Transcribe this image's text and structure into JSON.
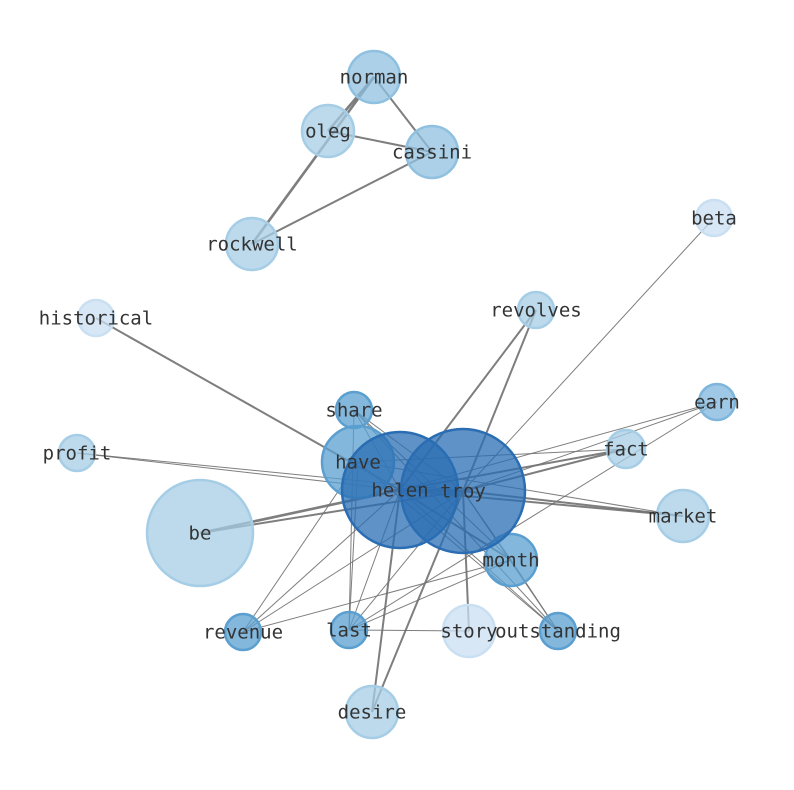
{
  "graph": {
    "nodes": [
      {
        "id": "norman",
        "label": "norman",
        "color": "#8fc0e0"
      },
      {
        "id": "oleg",
        "label": "oleg",
        "color": "#a6cde6"
      },
      {
        "id": "cassini",
        "label": "cassini",
        "color": "#8fc0e0"
      },
      {
        "id": "rockwell",
        "label": "rockwell",
        "color": "#a6cde6"
      },
      {
        "id": "beta",
        "label": "beta",
        "color": "#c9dff2"
      },
      {
        "id": "historical",
        "label": "historical",
        "color": "#c9dff2"
      },
      {
        "id": "revolves",
        "label": "revolves",
        "color": "#a6cde6"
      },
      {
        "id": "share",
        "label": "share",
        "color": "#5a9fd0"
      },
      {
        "id": "earn",
        "label": "earn",
        "color": "#7db5dc"
      },
      {
        "id": "profit",
        "label": "profit",
        "color": "#a6cde6"
      },
      {
        "id": "fact",
        "label": "fact",
        "color": "#a6cde6"
      },
      {
        "id": "have",
        "label": "have",
        "color": "#5a9fd0"
      },
      {
        "id": "be",
        "label": "be",
        "color": "#a6cde6"
      },
      {
        "id": "market",
        "label": "market",
        "color": "#a6cde6"
      },
      {
        "id": "month",
        "label": "month",
        "color": "#5a9fd0"
      },
      {
        "id": "revenue",
        "label": "revenue",
        "color": "#5a9fd0"
      },
      {
        "id": "last",
        "label": "last",
        "color": "#5a9fd0"
      },
      {
        "id": "story",
        "label": "story",
        "color": "#c9dff2"
      },
      {
        "id": "outstanding",
        "label": "outstanding",
        "color": "#5a9fd0"
      },
      {
        "id": "desire",
        "label": "desire",
        "color": "#a6cde6"
      },
      {
        "id": "helen",
        "label": "helen",
        "color": "#2a6db3"
      },
      {
        "id": "troy",
        "label": "troy",
        "color": "#2a6db3"
      }
    ],
    "edges": [
      [
        "norman",
        "rockwell",
        2
      ],
      [
        "norman",
        "oleg",
        2
      ],
      [
        "oleg",
        "cassini",
        1
      ],
      [
        "norman",
        "cassini",
        1
      ],
      [
        "rockwell",
        "cassini",
        1
      ],
      [
        "helen",
        "troy",
        2
      ],
      [
        "helen",
        "historical",
        1
      ],
      [
        "helen",
        "be",
        2
      ],
      [
        "troy",
        "be",
        1
      ],
      [
        "helen",
        "revolves",
        1
      ],
      [
        "troy",
        "revolves",
        1
      ],
      [
        "troy",
        "beta",
        0
      ],
      [
        "helen",
        "earn",
        0
      ],
      [
        "troy",
        "earn",
        0
      ],
      [
        "helen",
        "fact",
        1
      ],
      [
        "troy",
        "fact",
        1
      ],
      [
        "helen",
        "market",
        1
      ],
      [
        "troy",
        "market",
        1
      ],
      [
        "helen",
        "month",
        1
      ],
      [
        "troy",
        "month",
        0
      ],
      [
        "helen",
        "desire",
        1
      ],
      [
        "troy",
        "desire",
        1
      ],
      [
        "helen",
        "profit",
        0
      ],
      [
        "troy",
        "profit",
        0
      ],
      [
        "share",
        "helen",
        0
      ],
      [
        "share",
        "troy",
        0
      ],
      [
        "share",
        "last",
        0
      ],
      [
        "share",
        "outstanding",
        0
      ],
      [
        "share",
        "month",
        0
      ],
      [
        "have",
        "outstanding",
        0
      ],
      [
        "have",
        "last",
        0
      ],
      [
        "have",
        "revenue",
        0
      ],
      [
        "have",
        "market",
        0
      ],
      [
        "have",
        "fact",
        0
      ],
      [
        "helen",
        "revenue",
        0
      ],
      [
        "troy",
        "revenue",
        0
      ],
      [
        "month",
        "revenue",
        0
      ],
      [
        "last",
        "story",
        0
      ],
      [
        "last",
        "helen",
        0
      ],
      [
        "last",
        "troy",
        0
      ],
      [
        "last",
        "month",
        0
      ],
      [
        "troy",
        "story",
        1
      ],
      [
        "helen",
        "outstanding",
        0
      ],
      [
        "troy",
        "outstanding",
        0
      ],
      [
        "month",
        "outstanding",
        0
      ],
      [
        "earn",
        "last",
        0
      ]
    ]
  }
}
